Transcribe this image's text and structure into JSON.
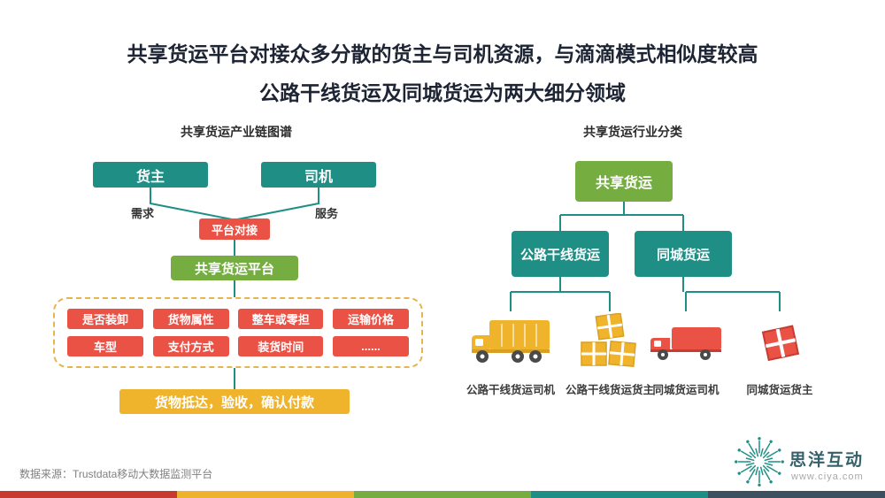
{
  "title": {
    "line1": "共享货运平台对接众多分散的货主与司机资源，与滴滴模式相似度较高",
    "line2": "公路干线货运及同城货运为两大细分领域"
  },
  "industry_chain": {
    "header": "共享货运产业链图谱",
    "cargo_owner": "货主",
    "driver": "司机",
    "demand": "需求",
    "service": "服务",
    "docking": "平台对接",
    "platform": "共享货运平台",
    "factors_row1": [
      "是否装卸",
      "货物属性",
      "整车或零担",
      "运输价格"
    ],
    "factors_row2": [
      "车型",
      "支付方式",
      "装货时间",
      "......"
    ],
    "settlement": "货物抵达，验收，确认付款"
  },
  "classification": {
    "header": "共享货运行业分类",
    "root": "共享货运",
    "branch_highway": "公路干线货运",
    "branch_city": "同城货运",
    "leaves": [
      {
        "label": "公路干线货运司机",
        "icon": "highway-truck-icon",
        "color": "#f0b32c"
      },
      {
        "label": "公路干线货运货主",
        "icon": "parcel-stack-icon",
        "color": "#f0b32c"
      },
      {
        "label": "同城货运司机",
        "icon": "city-truck-icon",
        "color": "#ea5246"
      },
      {
        "label": "同城货运货主",
        "icon": "parcel-icon",
        "color": "#ea5246"
      }
    ]
  },
  "footer": {
    "source": "数据来源：Trustdata移动大数据监测平台",
    "brand": "思洋互动",
    "website": "www.ciya.com",
    "bar_colors": [
      "#c8392f",
      "#eeb32a",
      "#75ad40",
      "#1f8f86",
      "#3d5060"
    ]
  },
  "colors": {
    "teal": "#1f8f86",
    "red": "#ea5246",
    "green": "#75ad40",
    "yellow": "#f0b32c",
    "dashed_border": "#e6b54c",
    "title_text": "#1d2433"
  }
}
